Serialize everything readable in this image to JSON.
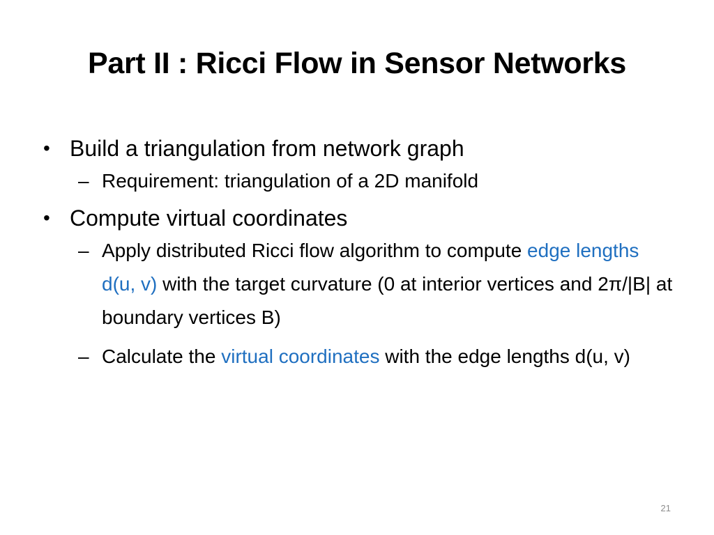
{
  "slide": {
    "title": "Part II : Ricci Flow in Sensor Networks",
    "page_number": "21",
    "highlight_color": "#1f6fc0",
    "bullets": [
      {
        "text": "Build a triangulation from network graph",
        "sub": [
          {
            "text": "Requirement: triangulation of a 2D manifold"
          }
        ]
      },
      {
        "text": "Compute virtual coordinates",
        "sub": [
          {
            "pre": "Apply distributed Ricci flow algorithm to compute ",
            "hl": "edge lengths d(u, v)",
            "post": " with the target curvature (0 at interior vertices and 2π/|B| at boundary vertices B)"
          },
          {
            "pre": "Calculate the ",
            "hl": "virtual coordinates",
            "post": " with the edge lengths d(u, v)"
          }
        ]
      }
    ],
    "bullet_symbol": "•",
    "dash_symbol": "–"
  }
}
